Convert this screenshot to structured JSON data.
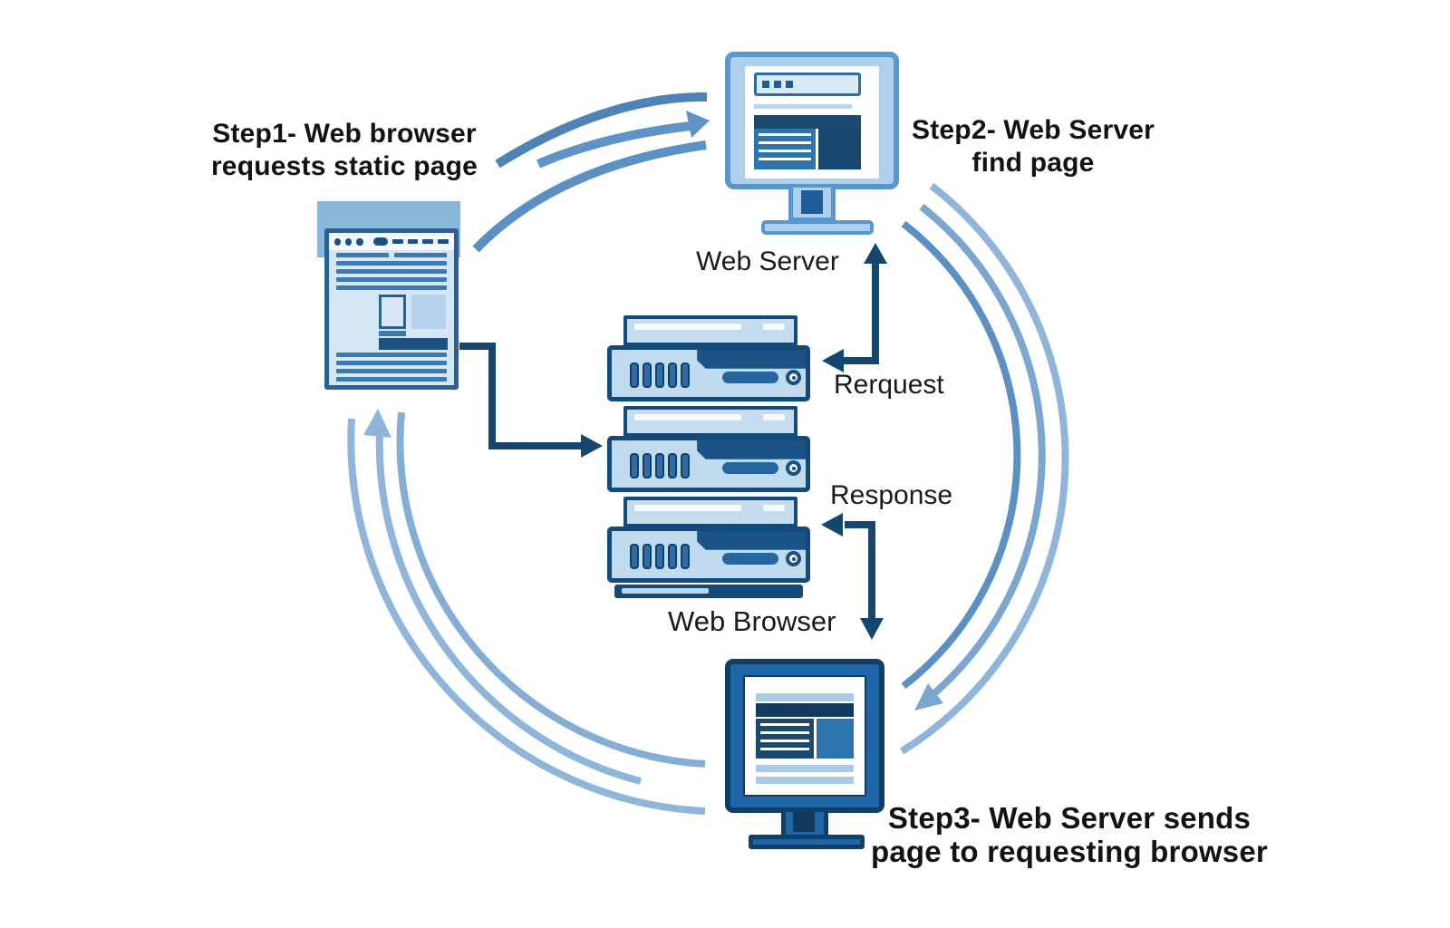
{
  "diagram": {
    "step1_label": {
      "line1": "Step1- Web browser",
      "line2": "requests static page"
    },
    "step2_label": {
      "line1": "Step2- Web Server",
      "line2": "find page"
    },
    "step3_label": {
      "line1": "Step3- Web Server sends",
      "line2": "page to requesting browser"
    },
    "node_labels": {
      "web_server": "Web Server",
      "web_browser": "Web Browser"
    },
    "flow_labels": {
      "request": "Rerquest",
      "response": "Response"
    },
    "illustrations": {
      "browser_window": "browser-window-illustration",
      "web_server_monitor": "monitor-illustration",
      "server_rack": "server-rack-illustration",
      "web_browser_monitor": "monitor-illustration"
    },
    "colors": {
      "navy_outline": "#14497a",
      "arrow_navy": "#15466e",
      "arc_steel_blue": "#5f93c5",
      "arc_light_blue": "#8fb6da",
      "fill_light_blue": "#c5dcef",
      "fill_medium_blue": "#2e74ad",
      "fill_dark_blue": "#16476e",
      "monitor_frame_light": "#aed0ee",
      "monitor_frame_dark": "#1f66a8",
      "browser_band": "#8ab8dd",
      "text": "#161616",
      "background": "#ffffff"
    }
  }
}
